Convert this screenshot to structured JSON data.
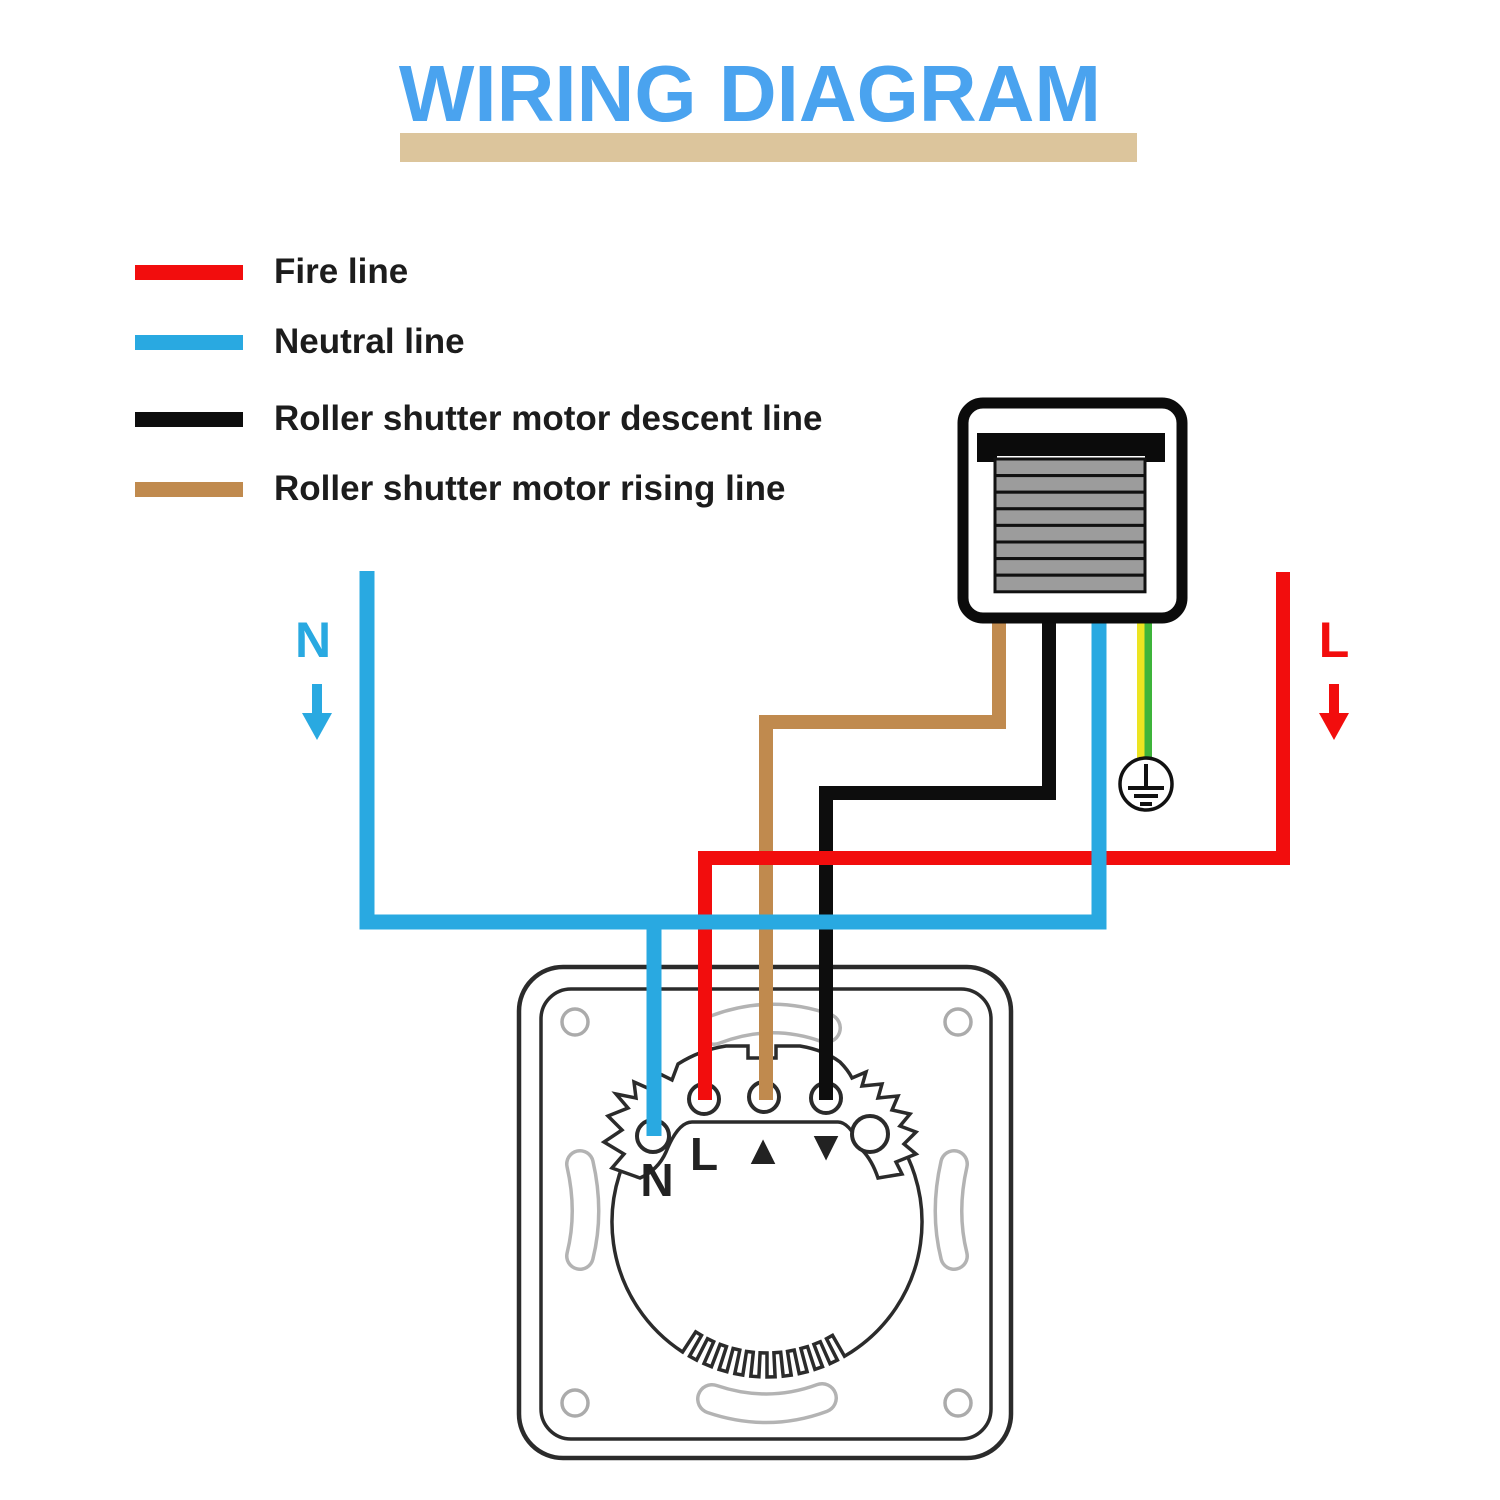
{
  "title": {
    "text": "WIRING DIAGRAM",
    "color": "#4aa3ef",
    "banner_color": "#dcc59c"
  },
  "legend": {
    "items": [
      {
        "label": "Fire line",
        "color": "#f20d0d"
      },
      {
        "label": "Neutral line",
        "color": "#29a9e1"
      },
      {
        "label": "Roller shutter motor descent line",
        "color": "#0d0d0d"
      },
      {
        "label": "Roller shutter motor rising line",
        "color": "#c08a4e"
      }
    ]
  },
  "wire_labels": {
    "neutral": "N",
    "live": "L"
  },
  "switch": {
    "terminals": [
      {
        "label": "N"
      },
      {
        "label": "L"
      },
      {
        "label": "▲"
      },
      {
        "label": "▼"
      }
    ]
  },
  "colors": {
    "fire_line": "#f20d0d",
    "neutral_line": "#29a9e1",
    "descent_line": "#0d0d0d",
    "rising_line": "#c08a4e",
    "ground_yellow": "#ece421",
    "ground_green": "#3eb43a",
    "shutter_slats": "#9c9c9c",
    "outline": "#2b2b2b"
  },
  "icons": {
    "motor": "roller-shutter-motor-icon",
    "ground": "earth-ground-icon",
    "neutral_arrow": "down-arrow-icon",
    "live_arrow": "down-arrow-icon"
  }
}
